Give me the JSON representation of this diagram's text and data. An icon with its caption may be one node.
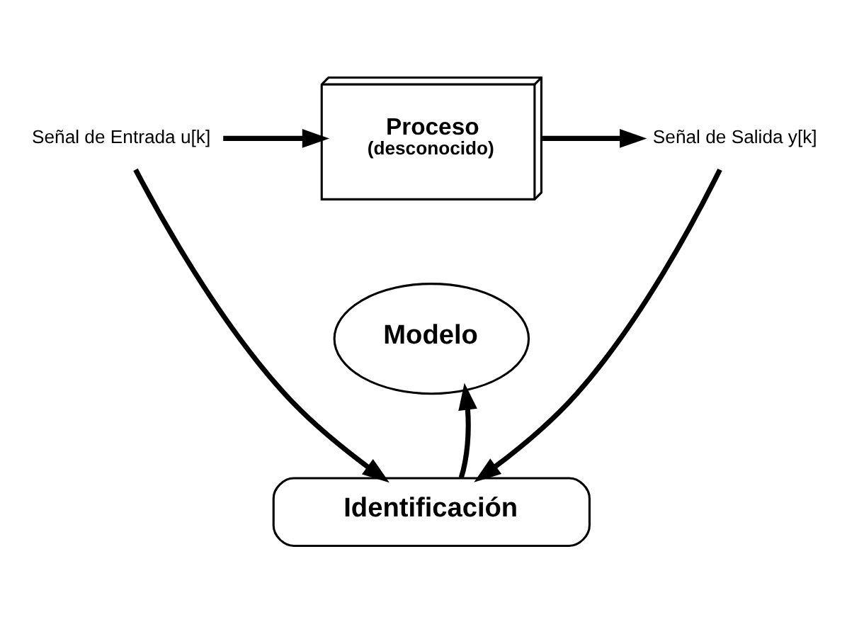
{
  "diagram": {
    "nodes": [
      {
        "text": [
          "Señal de Entrada u[k]"
        ]
      },
      {
        "text": [
          "Proceso",
          "(desconocido)"
        ]
      },
      {
        "text": [
          "Señal de Salida y[k]"
        ]
      },
      {
        "text": [
          "Modelo"
        ]
      },
      {
        "text": [
          "Identificación"
        ]
      }
    ],
    "edges": [
      {
        "from": 0,
        "to": 1,
        "arrow": "to"
      },
      {
        "from": 1,
        "to": 2,
        "arrow": "to"
      },
      {
        "from": 0,
        "to": 4,
        "arrow": "to"
      },
      {
        "from": 2,
        "to": 4,
        "arrow": "to"
      },
      {
        "from": 4,
        "to": 3,
        "arrow": "to"
      }
    ]
  }
}
